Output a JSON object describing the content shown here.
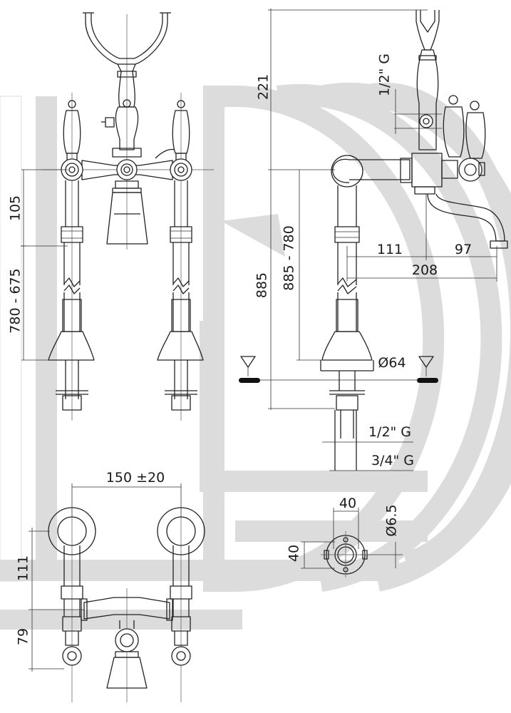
{
  "dimensions": {
    "front_upper": "105",
    "front_lower": "780 - 675",
    "side_total_top": "221",
    "side_connection": "1/2\" G",
    "side_height_range": "885 - 780",
    "side_height": "885",
    "spout_offset": "111",
    "spout_reach": "97",
    "spout_total": "208",
    "base_diameter": "Ø64",
    "inlet_thread": "1/2\" G",
    "outlet_thread": "3/4\" G",
    "plan_spacing": "150 ±20",
    "plan_depth": "111",
    "plan_handle": "79",
    "flange_width": "40",
    "flange_height": "40",
    "hole_diameter": "Ø6.5"
  },
  "colors": {
    "line": "#222222",
    "watermark": "#dcdcdc",
    "floor_marker": "#111111"
  }
}
